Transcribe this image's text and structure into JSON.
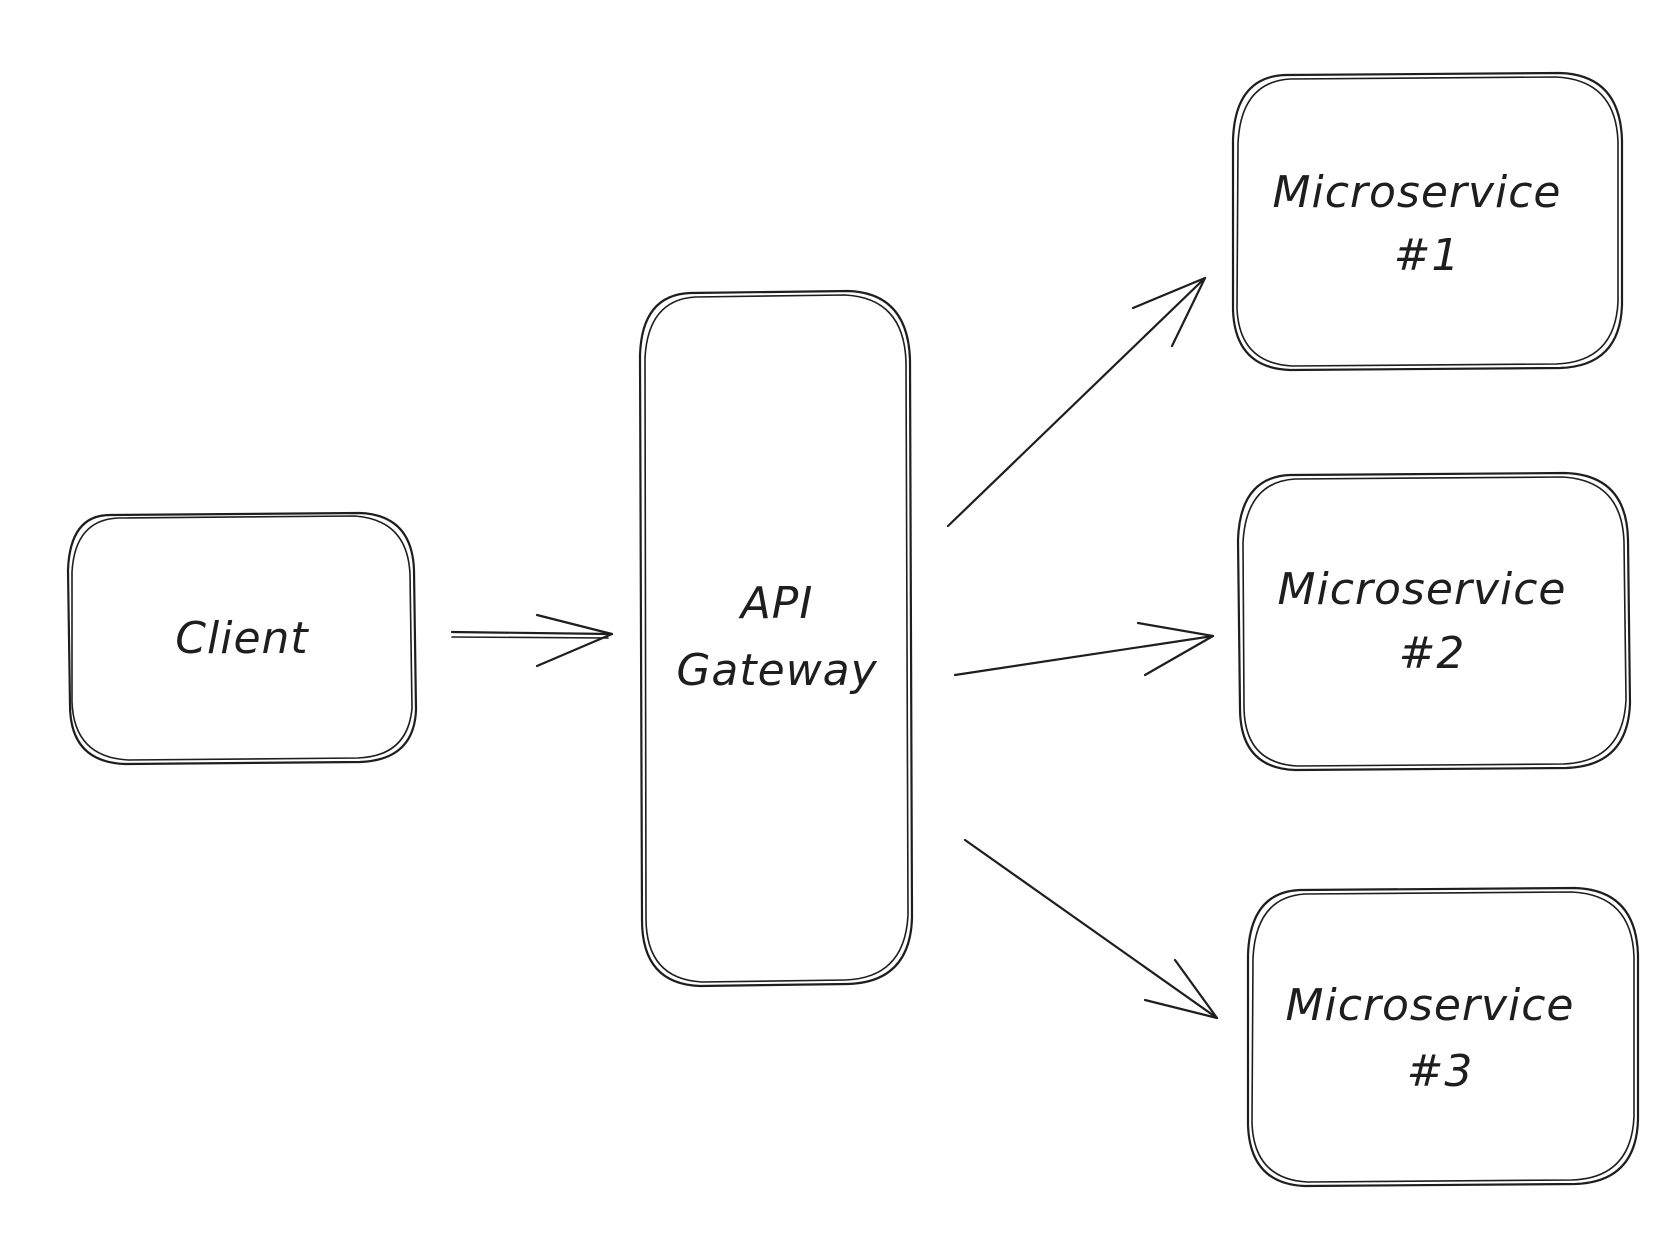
{
  "diagram": {
    "nodes": {
      "client": {
        "lines": [
          "Client"
        ]
      },
      "gateway": {
        "lines": [
          "API",
          "Gateway"
        ]
      },
      "ms1": {
        "lines": [
          "Microservice",
          "#1"
        ]
      },
      "ms2": {
        "lines": [
          "Microservice",
          "#2"
        ]
      },
      "ms3": {
        "lines": [
          "Microservice",
          "#3"
        ]
      }
    },
    "edges": [
      {
        "from": "client",
        "to": "gateway"
      },
      {
        "from": "gateway",
        "to": "ms1"
      },
      {
        "from": "gateway",
        "to": "ms2"
      },
      {
        "from": "gateway",
        "to": "ms3"
      }
    ],
    "stroke_color": "#1e1e1e",
    "background_color": "#ffffff"
  }
}
